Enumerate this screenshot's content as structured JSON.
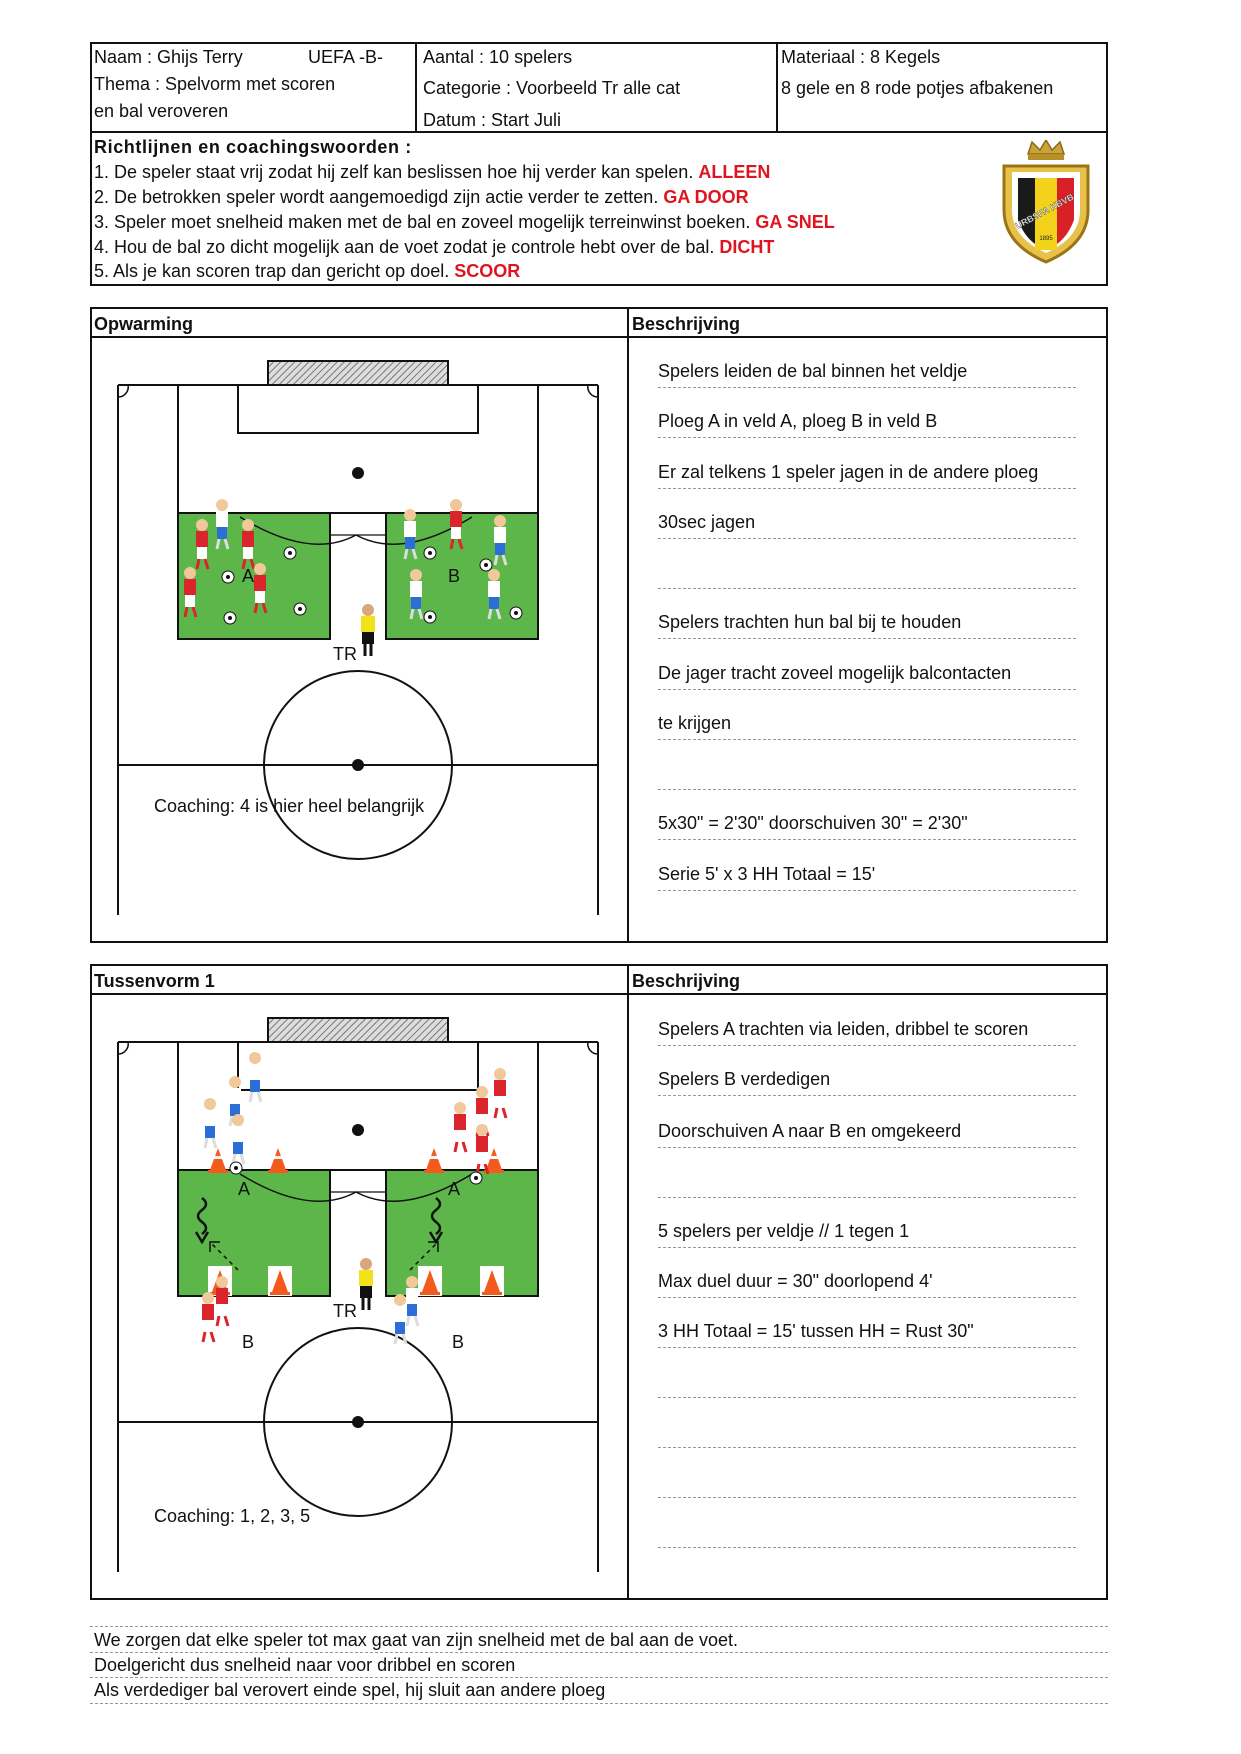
{
  "header": {
    "naam": "Naam : Ghijs Terry",
    "uefa": "UEFA -B-",
    "thema1": "Thema : Spelvorm met scoren",
    "thema2": "en bal veroveren",
    "aantal": "Aantal : 10 spelers",
    "categorie": "Categorie : Voorbeeld Tr alle cat",
    "datum": "Datum : Start Juli",
    "materiaal1": "Materiaal : 8 Kegels",
    "materiaal2": "8 gele en 8 rode potjes afbakenen"
  },
  "guidelines": {
    "title": "Richtlijnen en coachingswoorden :",
    "items": [
      {
        "text": "1. De speler staat vrij zodat hij zelf kan beslissen hoe hij verder kan spelen.",
        "keyword": "ALLEEN"
      },
      {
        "text": "2. De betrokken speler wordt aangemoedigd zijn actie verder te zetten.",
        "keyword": "GA DOOR"
      },
      {
        "text": "3. Speler moet snelheid maken met de bal en zoveel mogelijk terreinwinst boeken.",
        "keyword": "GA SNEL"
      },
      {
        "text": "4. Hou de bal zo dicht mogelijk aan de voet zodat je controle hebt over de bal.",
        "keyword": "DICHT"
      },
      {
        "text": "5. Als je kan scoren trap dan gericht op doel.",
        "keyword": "SCOOR"
      }
    ],
    "logo_text": "URBSFA KBVB",
    "logo_year": "1895"
  },
  "section1": {
    "title": "Opwarming",
    "desc_title": "Beschrijving",
    "zone_a": "A",
    "zone_b": "B",
    "trainer": "TR",
    "coaching": "Coaching: 4 is hier heel belangrijk",
    "lines": [
      "Spelers leiden de bal binnen het veldje",
      "Ploeg A in veld A, ploeg B in veld B",
      "Er zal telkens 1 speler jagen in de andere ploeg",
      "30sec jagen",
      "",
      "Spelers trachten hun bal bij te houden",
      "De jager tracht zoveel mogelijk balcontacten",
      "te krijgen",
      "",
      "5x30\" = 2'30\" doorschuiven 30\" = 2'30\"",
      "Serie 5' x 3 HH  Totaal = 15'"
    ]
  },
  "section2": {
    "title": "Tussenvorm 1",
    "desc_title": "Beschrijving",
    "label_a_left": "A",
    "label_a_right": "A",
    "label_b_left": "B",
    "label_b_right": "B",
    "trainer": "TR",
    "coaching": "Coaching: 1, 2, 3, 5",
    "lines": [
      "Spelers A trachten via leiden, dribbel te scoren",
      "Spelers B verdedigen",
      "Doorschuiven A naar B en omgekeerd",
      "",
      "5 spelers per veldje // 1 tegen 1",
      "Max duel duur = 30\" doorlopend 4'",
      "3 HH Totaal = 15' tussen HH = Rust 30\"",
      "",
      "",
      "",
      ""
    ]
  },
  "footer": {
    "lines": [
      "We zorgen dat elke speler tot max gaat van zijn snelheid met de bal aan de voet.",
      "Doelgericht dus snelheid naar voor dribbel en scoren",
      "Als verdediger bal verovert einde spel, hij sluit aan andere ploeg"
    ]
  },
  "colors": {
    "grass": "#5db64a",
    "keyword_red": "#e0141e",
    "player_red": "#d9252b",
    "player_blue": "#2b6fd6",
    "cone_orange": "#f25a1e",
    "trainer_yellow": "#f2e21c"
  }
}
